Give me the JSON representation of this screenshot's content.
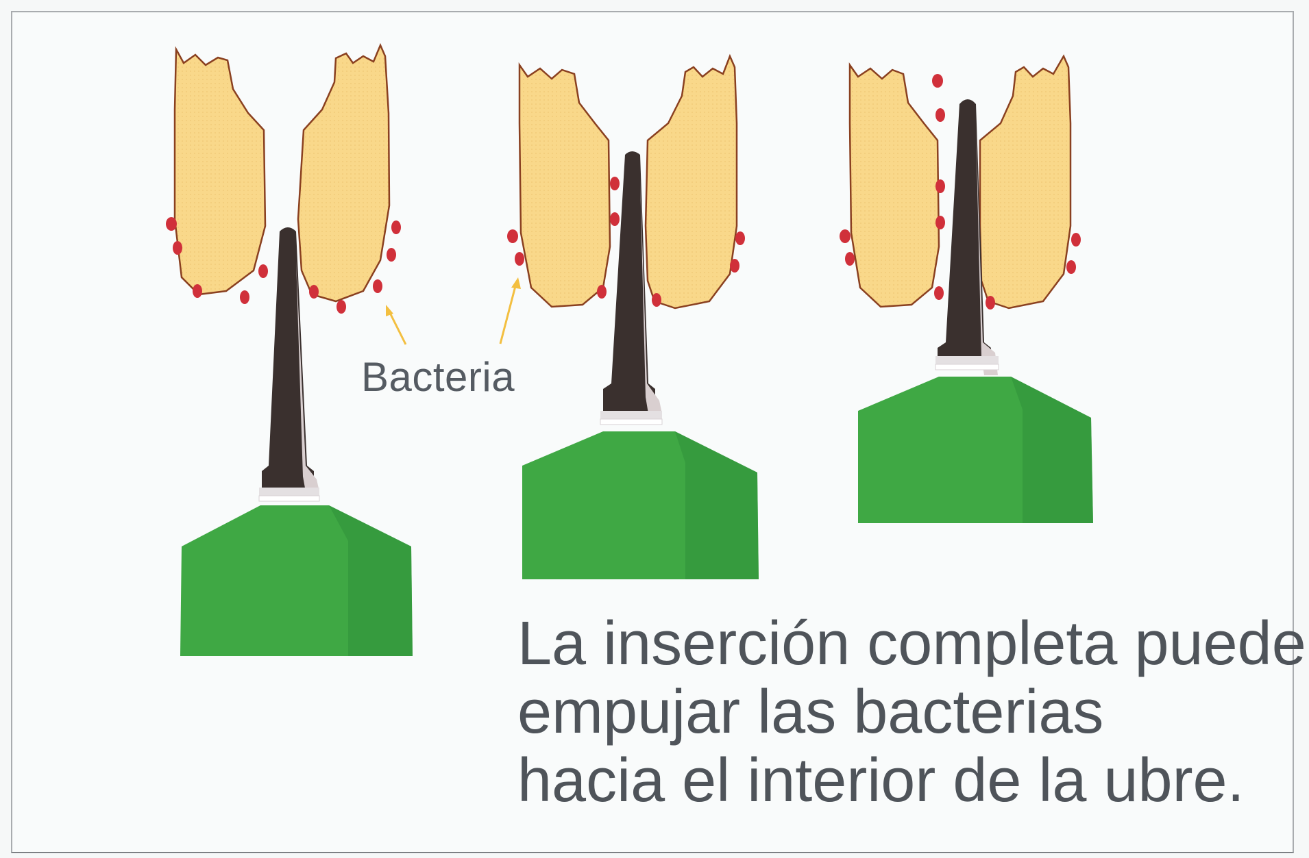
{
  "labels": {
    "bacteria": "Bacteria"
  },
  "caption": {
    "line1": "La inserción completa puede",
    "line2": "empujar las bacterias",
    "line3": "hacia el interior de la ubre."
  },
  "colors": {
    "teat_fill": "#f9d88a",
    "teat_outline": "#8a4020",
    "bacteria": "#d0303a",
    "cannula": "#3a302e",
    "cannula_highlight": "#d9cfd0",
    "syringe_body": "#3fa844",
    "syringe_shade": "#2f8f3a",
    "arrow": "#f3bf40",
    "text": "#4f545a"
  },
  "panels": [
    {
      "name": "panel-partial-insertion-before"
    },
    {
      "name": "panel-partial-insertion-mid"
    },
    {
      "name": "panel-full-insertion"
    }
  ]
}
